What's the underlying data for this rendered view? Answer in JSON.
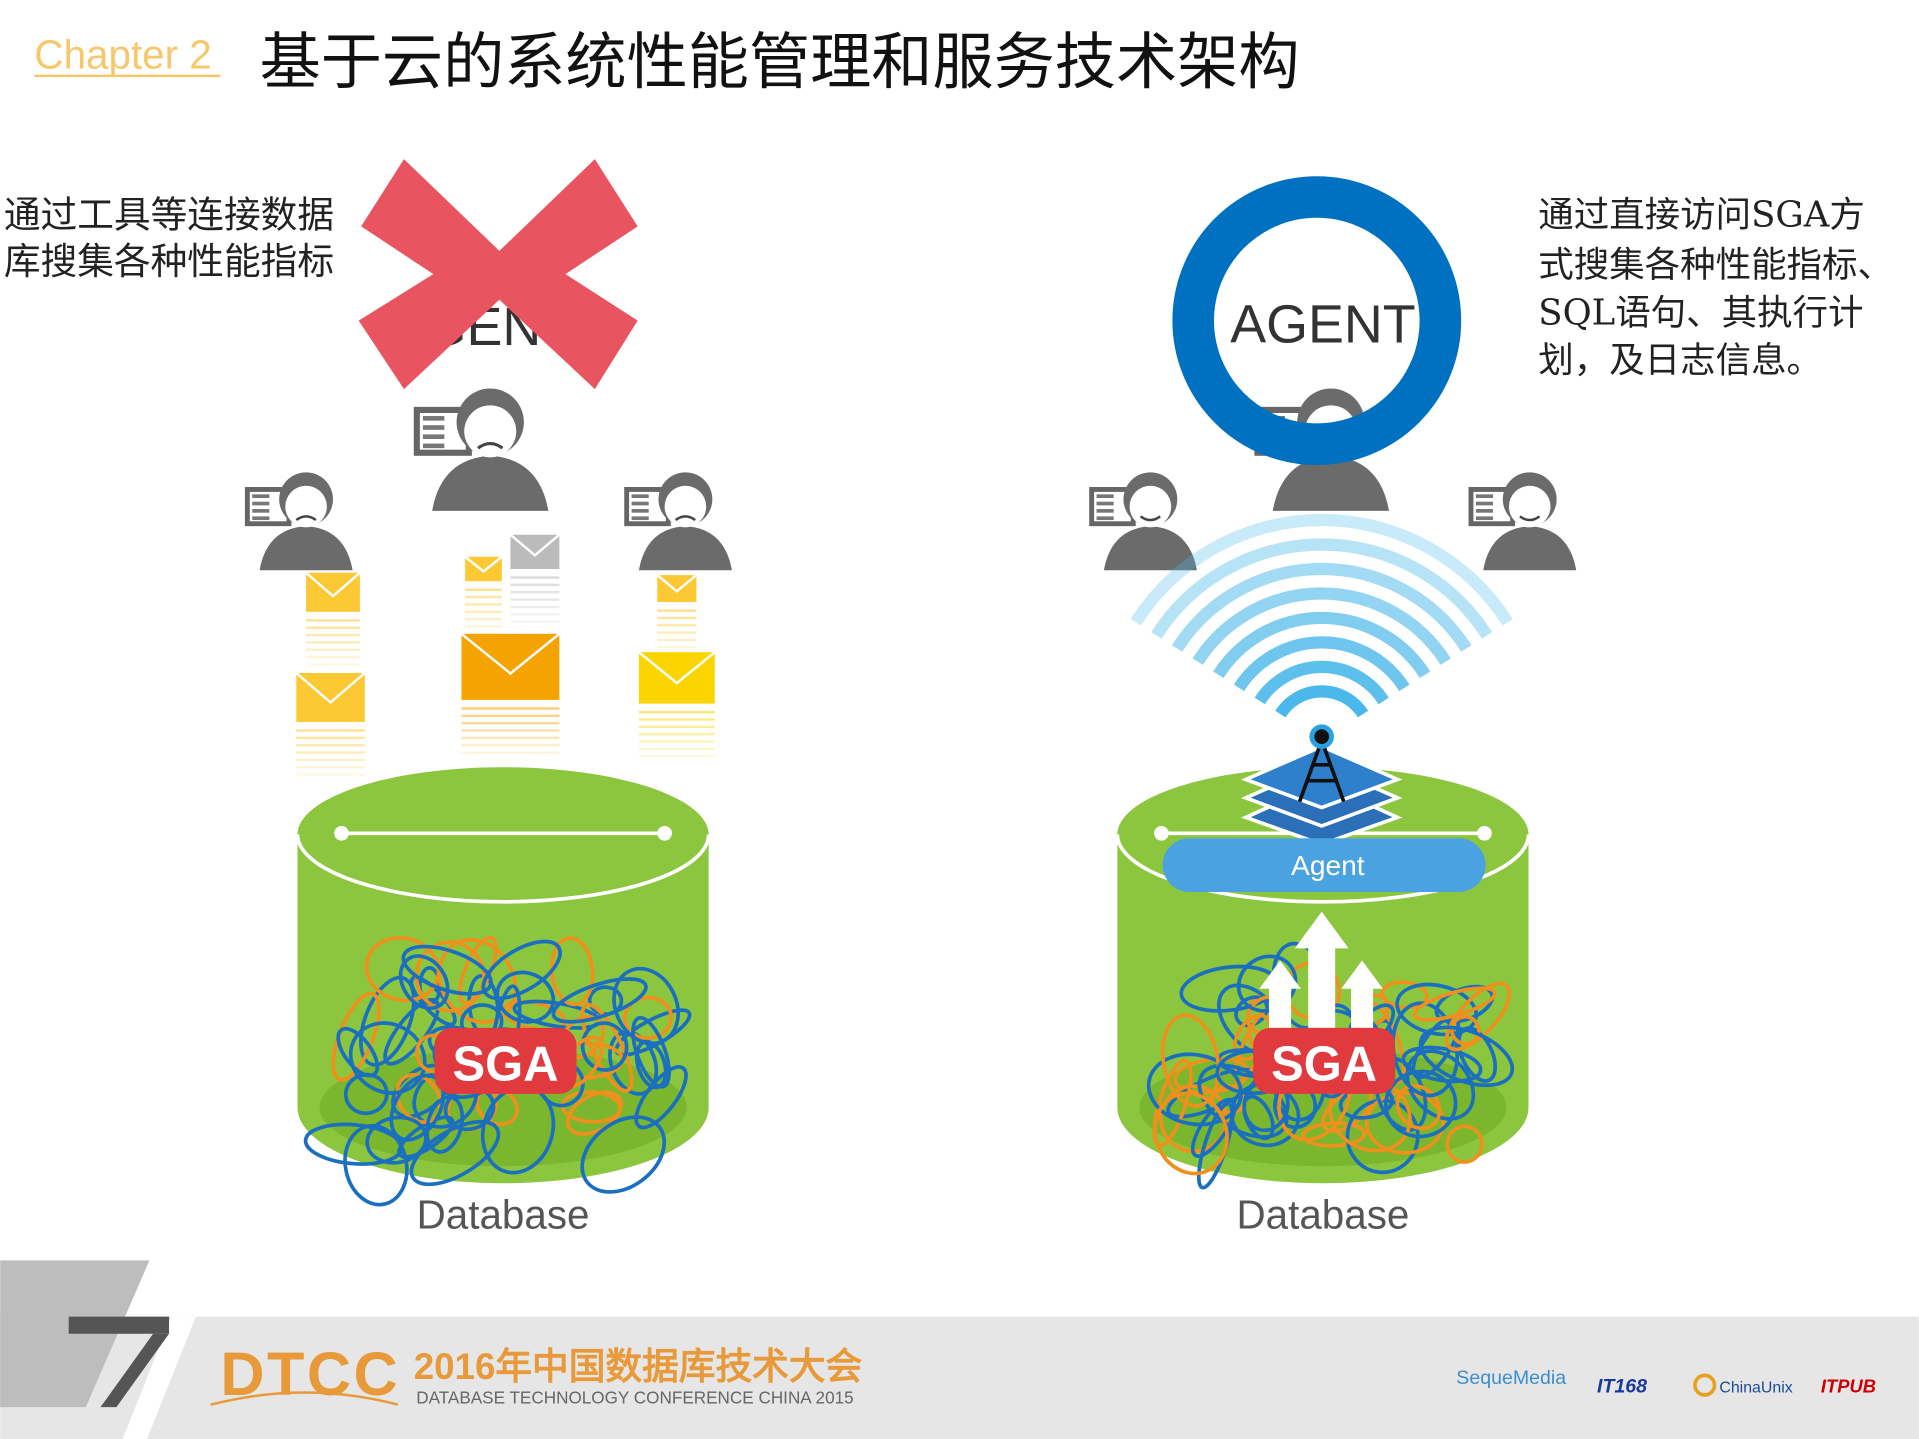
{
  "header": {
    "chapter": "Chapter 2",
    "title": "基于云的系统性能管理和服务技术架构"
  },
  "left_panel": {
    "description_lines": [
      "通过工具等连接数据",
      "库搜集各种性能指标"
    ],
    "hidden_label": "AGENTS",
    "cross_icon": "red-x-icon",
    "database_label": "Database",
    "sga_label": "SGA"
  },
  "right_panel": {
    "agent_ring_label": "AGENT",
    "description_lines": [
      "通过直接访问SGA方",
      "式搜集各种性能指标、",
      "SQL语句、其执行计",
      "划，及日志信息。"
    ],
    "agent_bar_label": "Agent",
    "database_label": "Database",
    "sga_label": "SGA"
  },
  "footer": {
    "logo": "DTCC",
    "conference_cn": "2016年中国数据库技术大会",
    "conference_en": "DATABASE  TECHNOLOGY  CONFERENCE CHINA 2015",
    "sponsors": [
      "SequeMedia",
      "IT168",
      "ChinaUnix",
      "ITPUB"
    ]
  },
  "colors": {
    "chapter": "#f7c76b",
    "cross": "#e85561",
    "ring": "#0070c0",
    "cylinder": "#8cc63f",
    "sga": "#e03a3e",
    "agent_bar": "#4aa3e0",
    "footer_orange": "#e8993a"
  }
}
